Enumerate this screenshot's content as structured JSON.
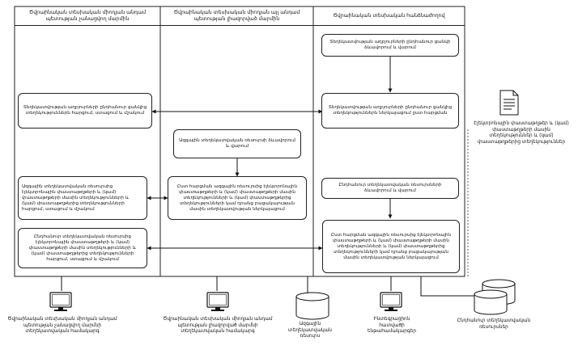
{
  "lanes": [
    "Ծվրաինական տեսխական միոդյան անդամ պետության չանացվող մարմին",
    "Ծվրաինական տեսխական միոդյան այլ անդամ պետության լիազորված մարմին",
    "Ծվրաինական տեսխական հանձնաժողով"
  ],
  "boxes": {
    "b1": "Տեղեկատվության աղբյուրների ընդհանուր ցանկի ձևավորում և վարում",
    "b2": "Տեղեկատվության աղբյուրների ընդհանուր ցանկից տեղեկություններն հարցում, ստացում և մշակում",
    "b3": "Տեղեկատվության աղբյուրների ընդհանուր ցանկից տեղեկություններն ներկայացում ըստ հարցման",
    "b4": "Ազգային տեղեկատվական ռեսուրսի ձևավորում և վարում",
    "b5": "Ընդհանուր տեղեկատվական ռեսուրսների ձևավորում և վարում",
    "b6": "Ազգային տեղեկատվական ռեսուրսից էլեկտրոնային փաստաթղթերի և (կամ) փաստաթղթերի մասին տեղեկությունների և (կամ) փաստաթղթերից տեղեկությունների հարցում, ստացում և մշակում",
    "b7": "Ըստ հարցման ազգային ռեսուրսից էլեկտրոնային փաստաթղթերի և (կամ) փաստաթղթերի մասին տեղեկությունների և (կամ) փաստաթղթերից տեղեկությունների կամ դրանց բացակայության մասին տեղեկատվության ներկայացում",
    "b8": "Ընդհանուր տեղեկատվական ռեսուրսից էլեկտրոնային փաստաթղթերի և (կամ) փաստաթղթերի մասին տեղեկությունների և (կամ) փաստաթղթերից տեղեկությունների հարցում, ստացում և մշակում",
    "b9": "Ըստ հարցման ազգային ռեսուրսից էլեկտրոնային փաստաթղթերի և (կամ) փաստաթղթերի մասին տեղեկությունների և (կամ) փաստաթղթերից տեղեկությունների կամ դրանց բացակայության մասին տեղեկատվության ներկայացում"
  },
  "doc_caption": "Էլեկտրոնային փաստաթղթեր և (կամ) փաստաթղթերի մասին տեղեկություններ և (կամ) փաստաթղթերից տեղեկություններ",
  "bottom": {
    "c1": "Ծվրաինական տեսխական միոդյան անդամ պետության չանացվող մարմնի տեղեկատվական համակարգ",
    "c2": "Ծվրաինական տեսխական միոդյան անդամ պետության լիազորված մարմնի տեղեկատվական համակարգ",
    "c3": "Ազգային տեղեկատվական ռեսուրս",
    "c4": "Ինտեգրացիոն հատվածի ենթահամակարգեր",
    "c5": "Ընդհանուր տեղեկատվական ռեսուրսներ"
  }
}
